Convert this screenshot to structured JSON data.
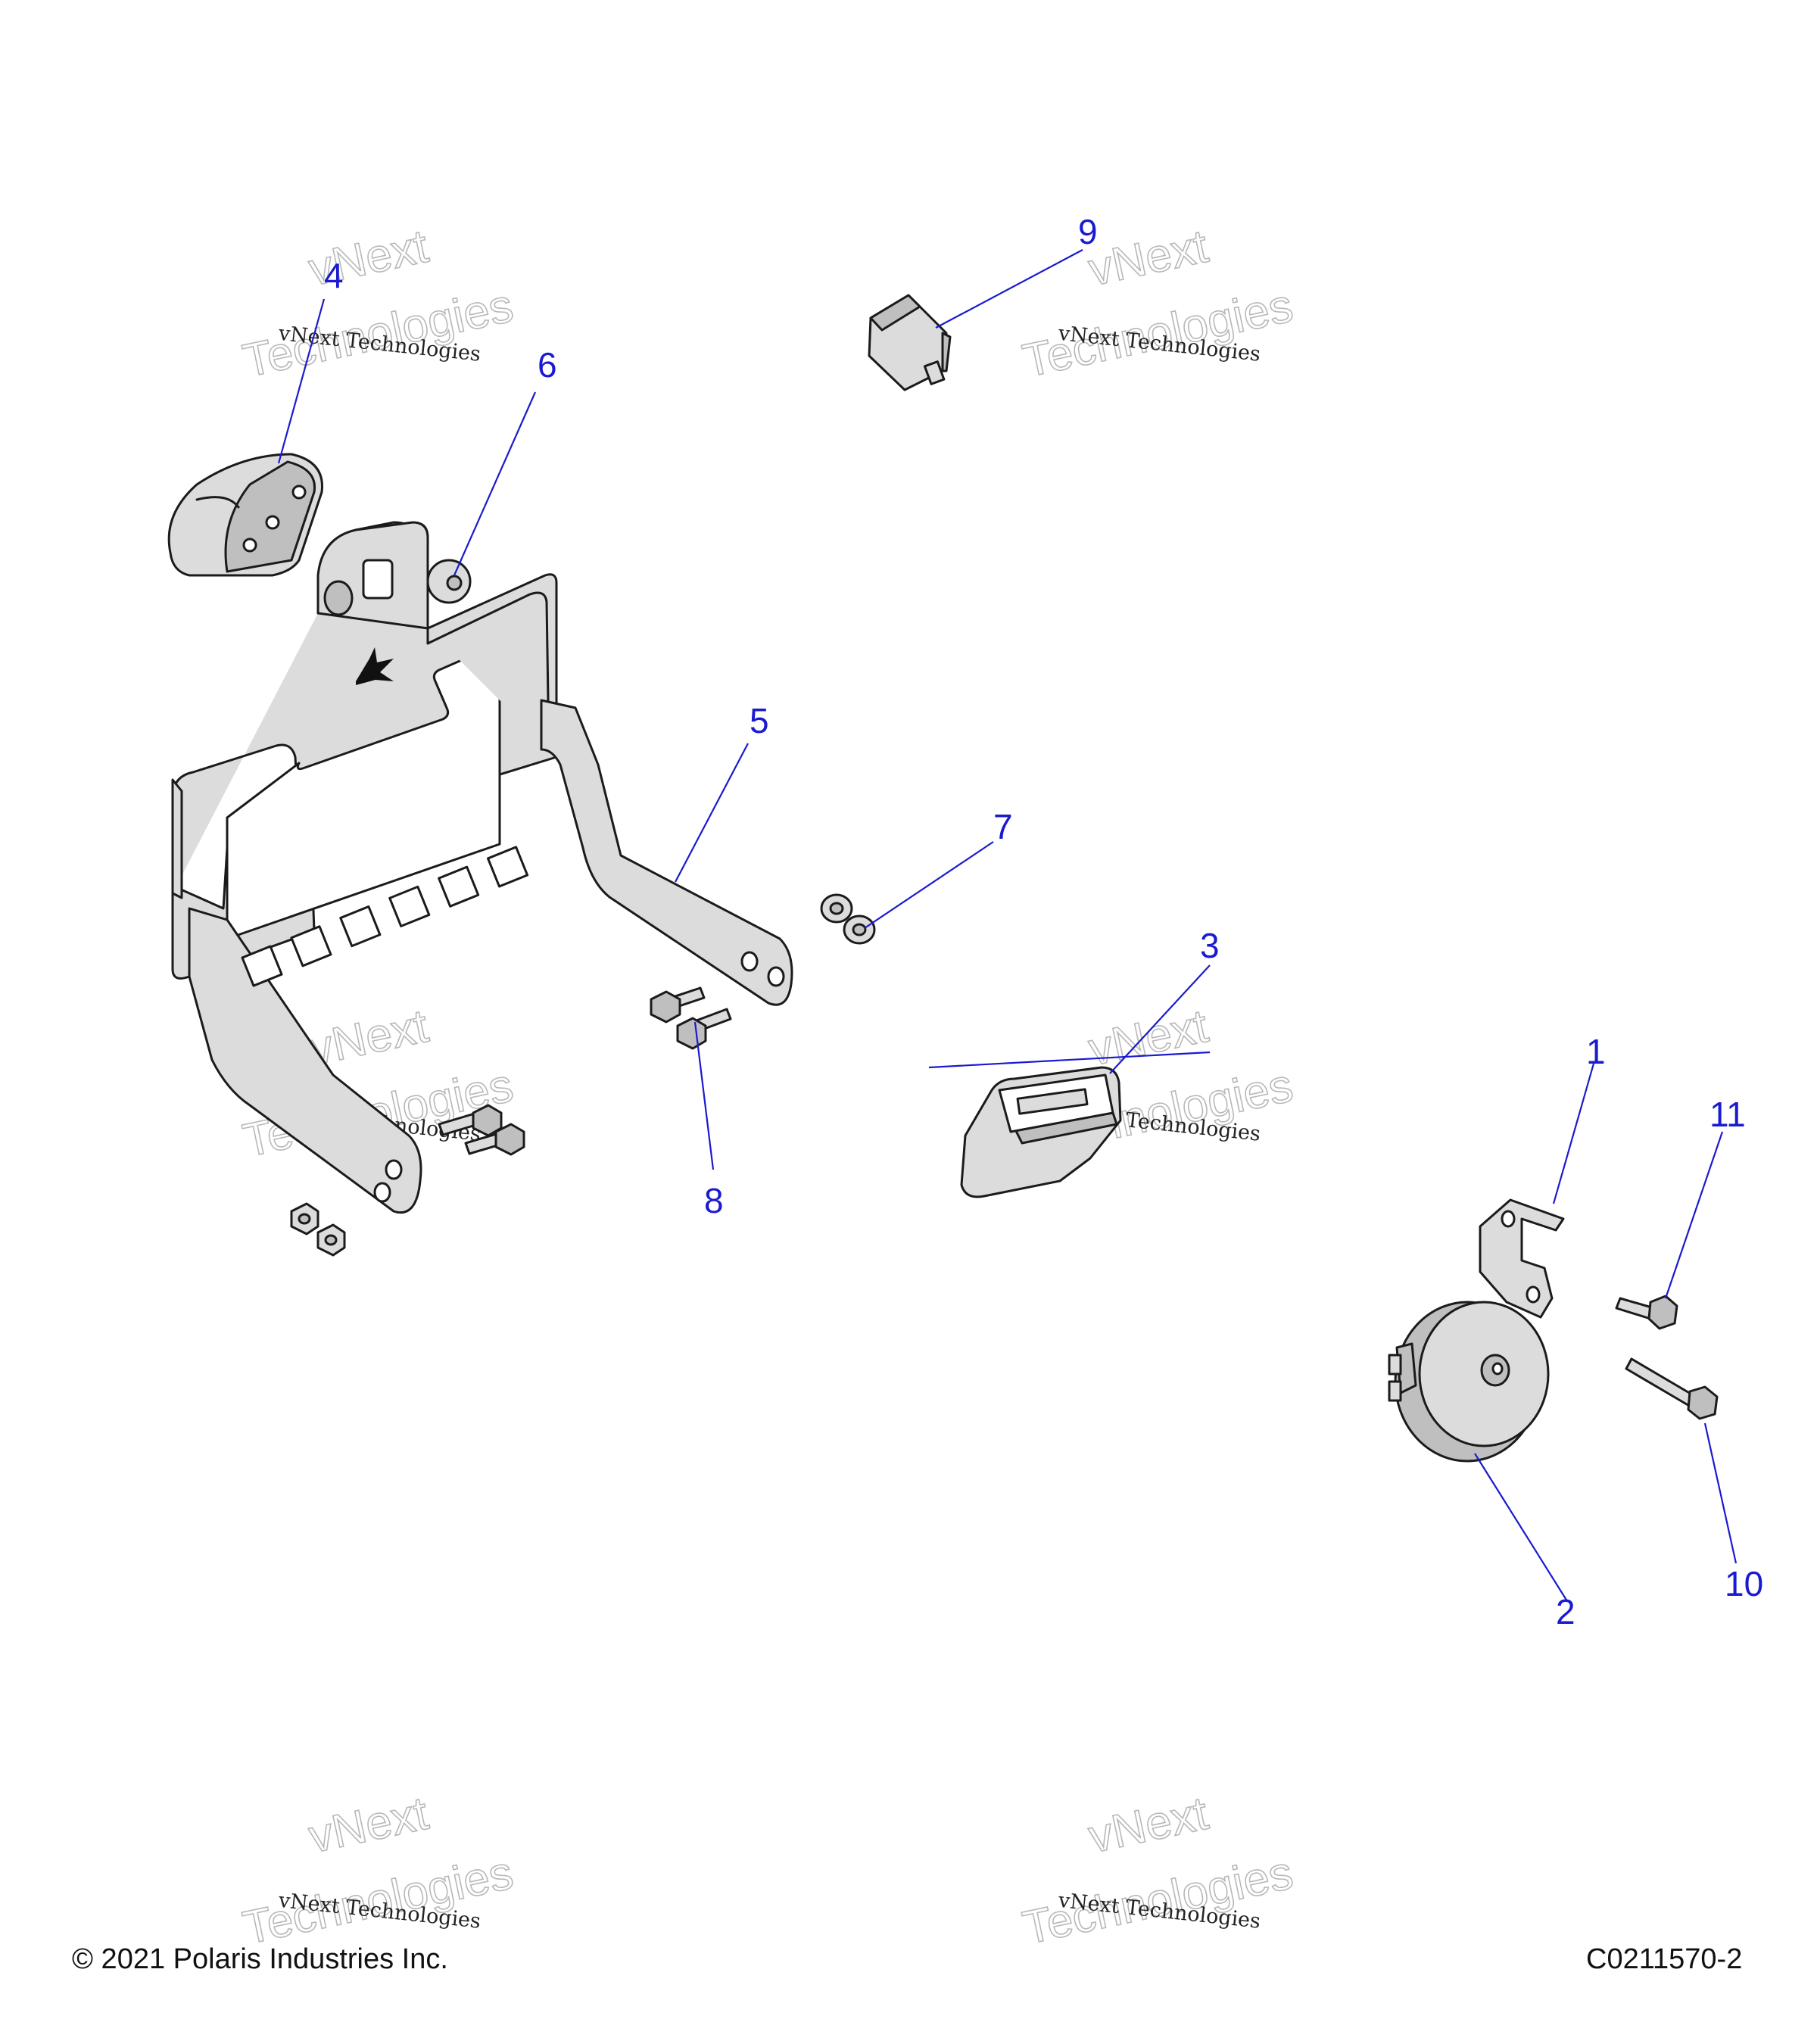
{
  "copyright": "© 2021 Polaris Industries Inc.",
  "diagram_code": "C0211570-2",
  "watermark": {
    "line": "vNext Technologies",
    "word1": "vNext",
    "word2": "Technologies"
  },
  "callouts": [
    "1",
    "2",
    "3",
    "4",
    "5",
    "6",
    "7",
    "8",
    "9",
    "10",
    "11"
  ]
}
